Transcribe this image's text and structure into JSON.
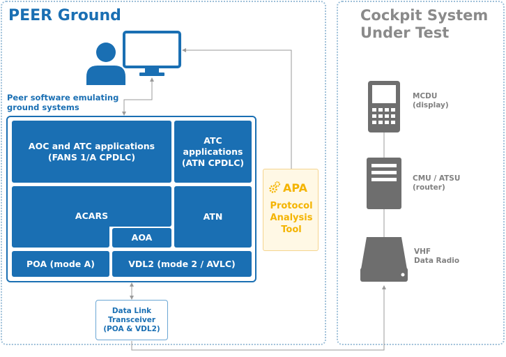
{
  "peer": {
    "title": "PEER Ground",
    "emulating_label_line1": "Peer software emulating",
    "emulating_label_line2": "ground systems"
  },
  "cockpit": {
    "title_line1": "Cockpit System",
    "title_line2": "Under Test"
  },
  "stack": {
    "aoc_atc_line1": "AOC and ATC applications",
    "aoc_atc_line2": "(FANS 1/A CPDLC)",
    "atc_line1": "ATC",
    "atc_line2": "applications",
    "atc_line3": "(ATN CPDLC)",
    "acars": "ACARS",
    "aoa": "AOA",
    "atn": "ATN",
    "poa": "POA (mode A)",
    "vdl2": "VDL2 (mode 2 / AVLC)"
  },
  "apa": {
    "logo_text": "APA",
    "line1": "Protocol",
    "line2": "Analysis",
    "line3": "Tool"
  },
  "transceiver": {
    "line1": "Data Link",
    "line2": "Transceiver",
    "line3": "(POA & VDL2)"
  },
  "devices": {
    "mcdu_line1": "MCDU",
    "mcdu_line2": "(display)",
    "cmu_line1": "CMU / ATSU",
    "cmu_line2": "(router)",
    "vhf_line1": "VHF",
    "vhf_line2": "Data Radio"
  },
  "colors": {
    "peer_blue": "#1a6fb3",
    "cockpit_gray": "#8a8a8a",
    "apa_yellow": "#f4b400"
  }
}
